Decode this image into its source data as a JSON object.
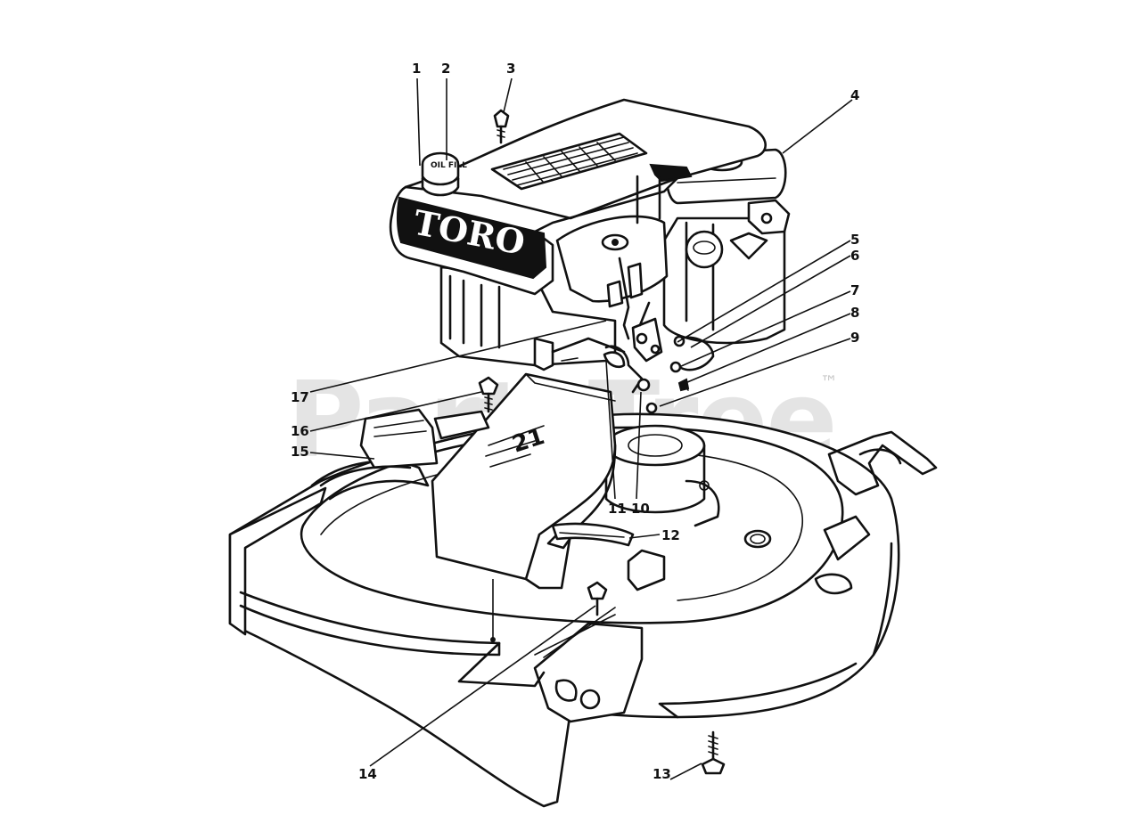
{
  "diagram": {
    "brand_label": "TORO",
    "oil_cap_text": "OIL FILL",
    "shroud_decal": "21",
    "watermark": "PartsTree",
    "trademark": "™"
  },
  "callouts": [
    {
      "id": "1",
      "label": "1"
    },
    {
      "id": "2",
      "label": "2"
    },
    {
      "id": "3",
      "label": "3"
    },
    {
      "id": "4",
      "label": "4"
    },
    {
      "id": "5",
      "label": "5"
    },
    {
      "id": "6",
      "label": "6"
    },
    {
      "id": "7",
      "label": "7"
    },
    {
      "id": "8",
      "label": "8"
    },
    {
      "id": "9",
      "label": "9"
    },
    {
      "id": "10",
      "label": "10"
    },
    {
      "id": "11",
      "label": "11"
    },
    {
      "id": "12",
      "label": "12"
    },
    {
      "id": "13",
      "label": "13"
    },
    {
      "id": "14",
      "label": "14"
    },
    {
      "id": "15",
      "label": "15"
    },
    {
      "id": "16",
      "label": "16"
    },
    {
      "id": "17",
      "label": "17"
    }
  ]
}
